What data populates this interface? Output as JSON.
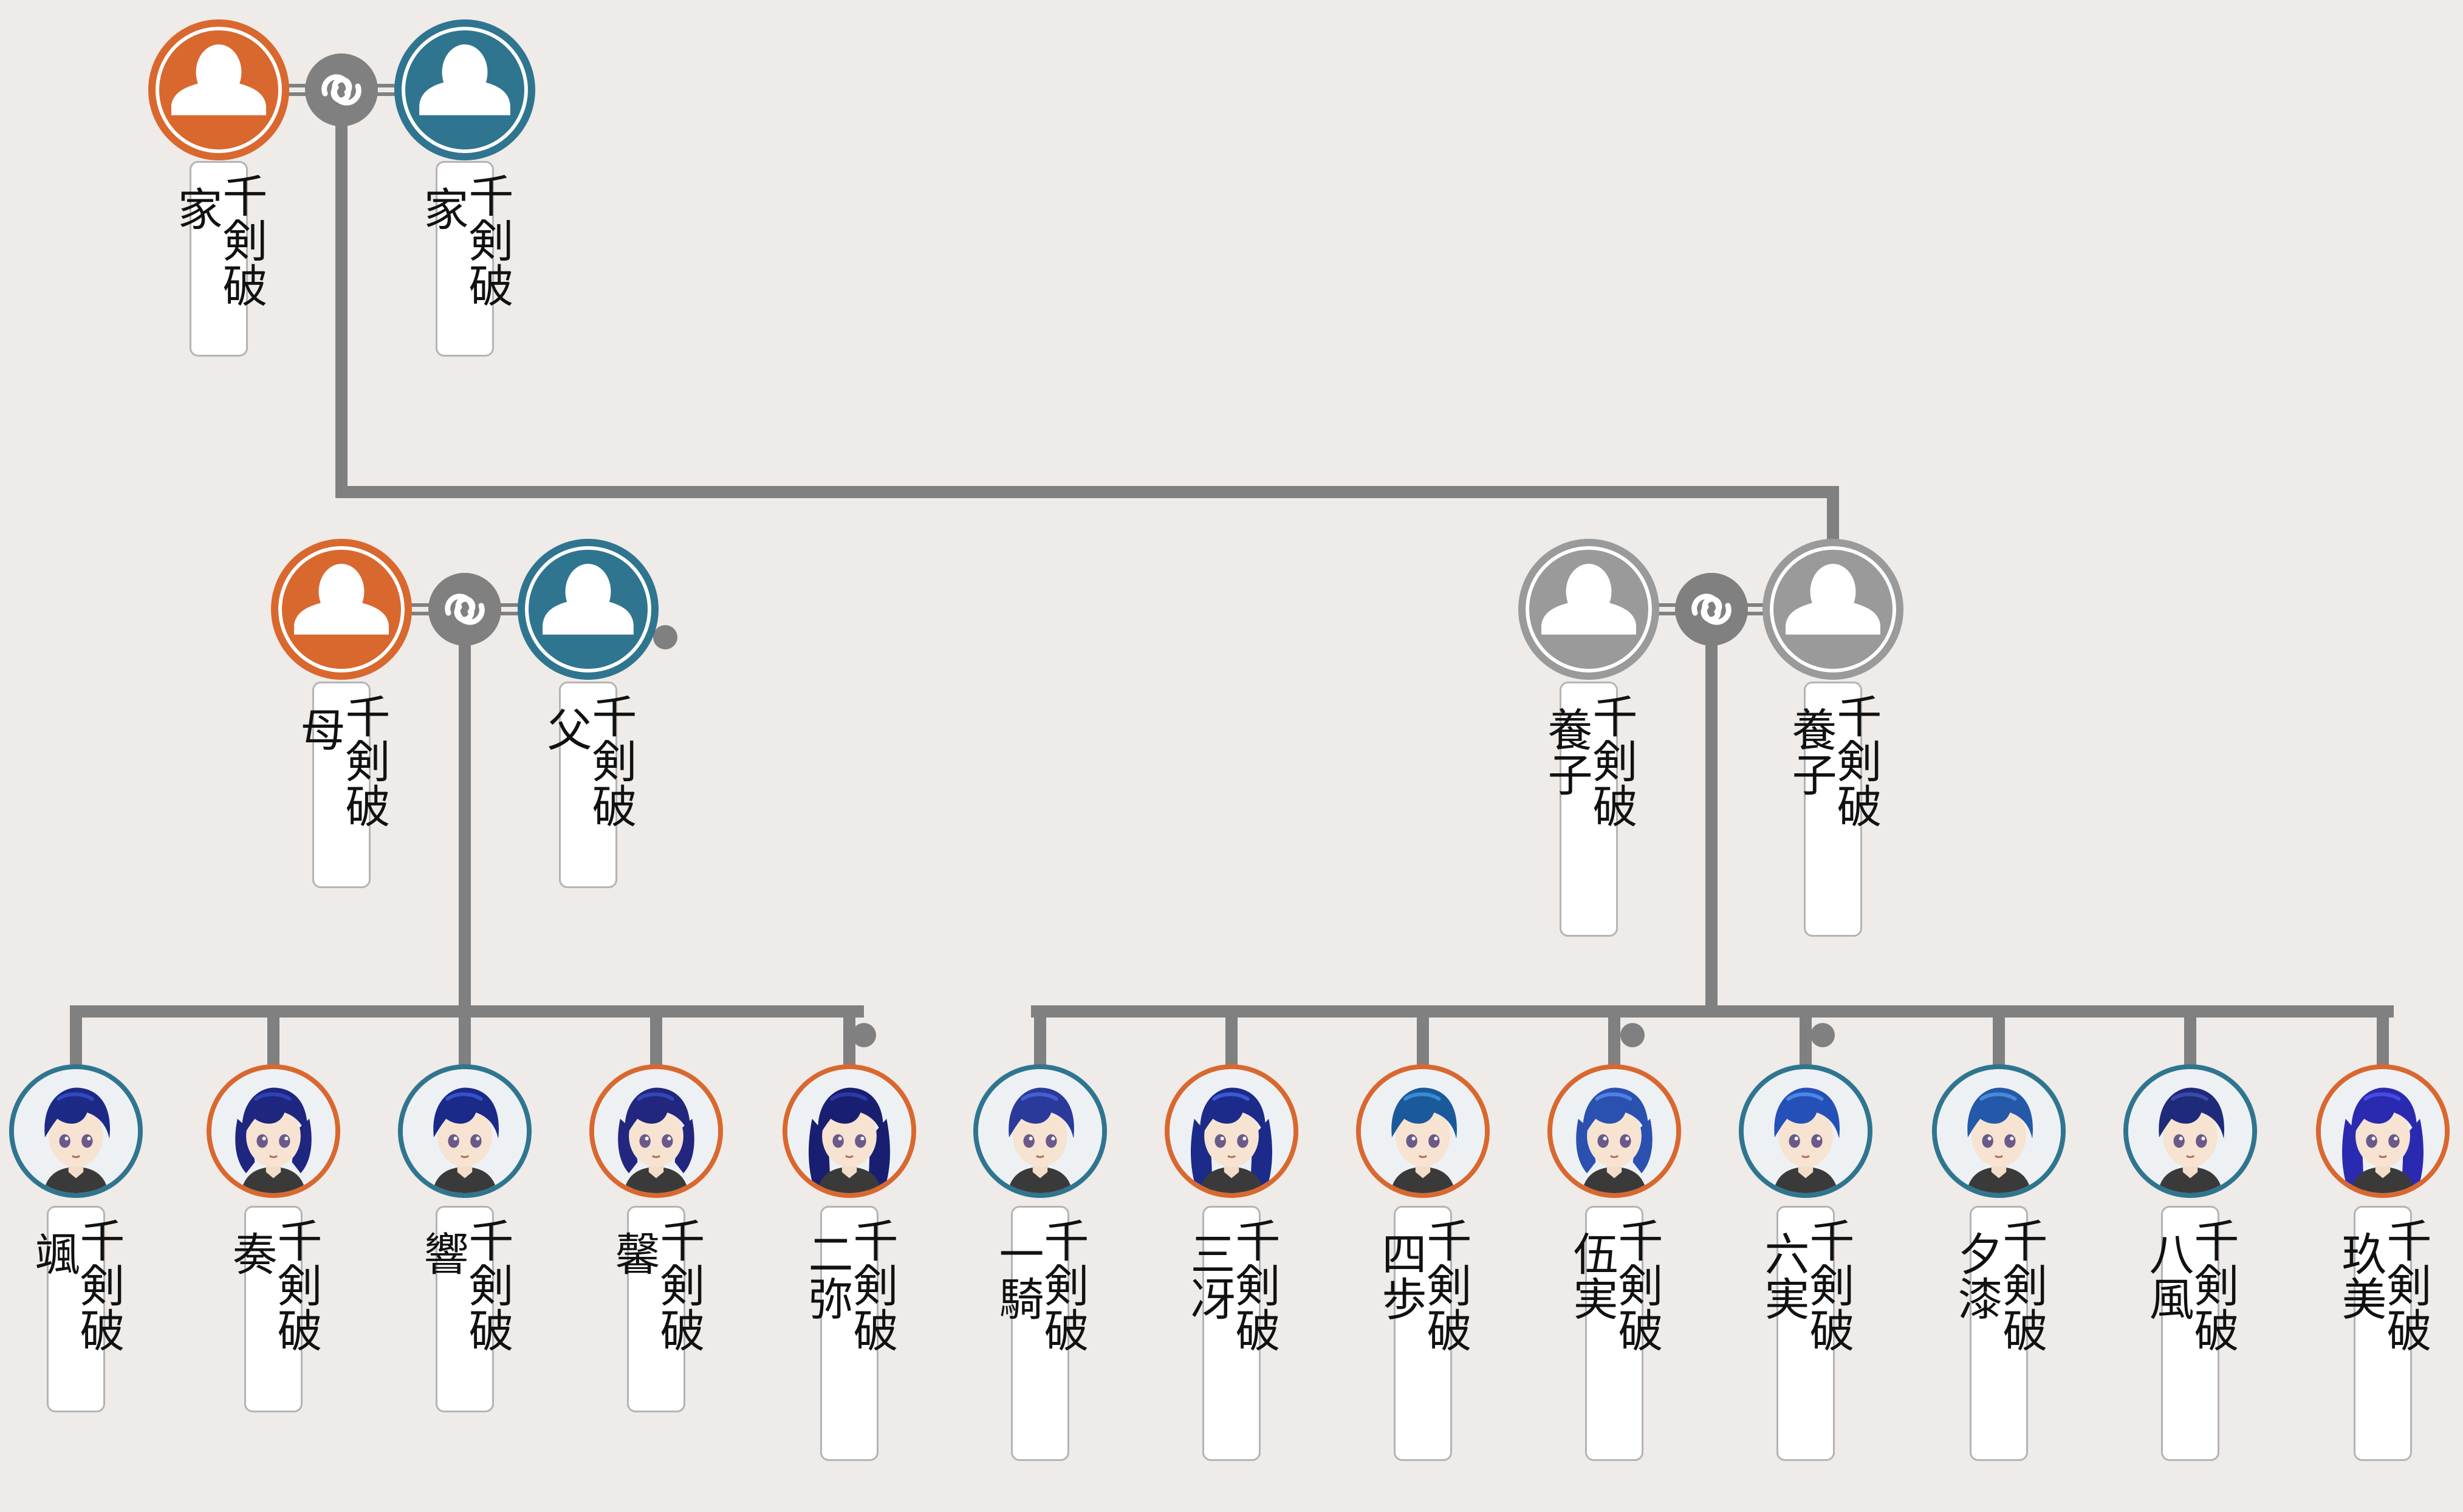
{
  "colors": {
    "background": "#eeebe8",
    "line": "#808080",
    "female": "#d9682f",
    "male": "#2f7590",
    "unknown": "#9a9a9a",
    "name_box_border": "#b4b4b4"
  },
  "marriage_icon": "spiral-ring-icon",
  "tree": {
    "generation_1": {
      "couple": [
        {
          "surname": "千剣破",
          "given": "家",
          "gender": "female",
          "portrait": "silhouette"
        },
        {
          "surname": "千剣破",
          "given": "家",
          "gender": "male",
          "portrait": "silhouette"
        }
      ]
    },
    "generation_2": [
      {
        "couple": [
          {
            "surname": "千剣破",
            "given": "母",
            "gender": "female",
            "portrait": "silhouette"
          },
          {
            "surname": "千剣破",
            "given": "父",
            "gender": "male",
            "portrait": "silhouette"
          }
        ],
        "children": [
          {
            "surname": "千剣破",
            "given": "颯",
            "gender": "male",
            "portrait": "character"
          },
          {
            "surname": "千剣破",
            "given": "奏",
            "gender": "female",
            "portrait": "character"
          },
          {
            "surname": "千剣破",
            "given": "響",
            "gender": "male",
            "portrait": "character"
          },
          {
            "surname": "千剣破",
            "given": "馨",
            "gender": "female",
            "portrait": "character"
          },
          {
            "surname": "千剣破",
            "given": "二弥",
            "gender": "female",
            "portrait": "character"
          }
        ]
      },
      {
        "couple": [
          {
            "surname": "千剣破",
            "given": "養子",
            "gender": "unknown",
            "portrait": "silhouette"
          },
          {
            "surname": "千剣破",
            "given": "養子",
            "gender": "unknown",
            "portrait": "silhouette"
          }
        ],
        "children": [
          {
            "surname": "千剣破",
            "given": "一騎",
            "gender": "male",
            "portrait": "character"
          },
          {
            "surname": "千剣破",
            "given": "三冴",
            "gender": "female",
            "portrait": "character"
          },
          {
            "surname": "千剣破",
            "given": "四歩",
            "gender": "female",
            "portrait": "character"
          },
          {
            "surname": "千剣破",
            "given": "伍実",
            "gender": "female",
            "portrait": "character"
          },
          {
            "surname": "千剣破",
            "given": "六実",
            "gender": "male",
            "portrait": "character"
          },
          {
            "surname": "千剣破",
            "given": "夕漆",
            "gender": "male",
            "portrait": "character"
          },
          {
            "surname": "千剣破",
            "given": "八風",
            "gender": "male",
            "portrait": "character"
          },
          {
            "surname": "千剣破",
            "given": "玖美",
            "gender": "female",
            "portrait": "character"
          }
        ]
      }
    ]
  }
}
